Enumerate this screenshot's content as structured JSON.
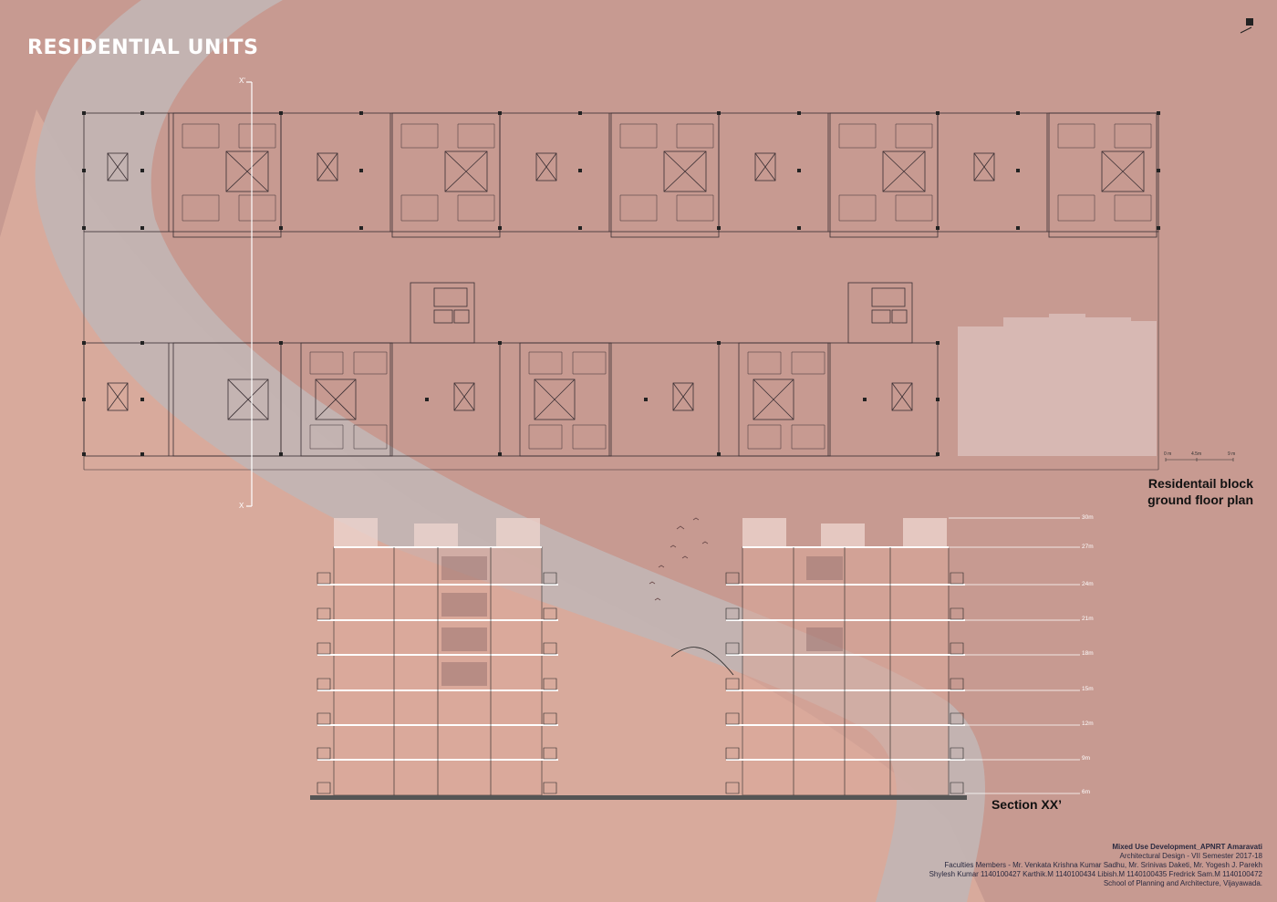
{
  "sheet": {
    "title": "RESIDENTIAL UNITS",
    "north_label": "N",
    "plan_caption": [
      "Residentail block",
      "ground floor plan"
    ],
    "section_caption": "Section XX’",
    "section_marks": [
      "X'",
      "X"
    ],
    "scale_labels": [
      "0 m",
      "4.5m",
      "9 m"
    ],
    "levels": [
      "30m",
      "27m",
      "24m",
      "21m",
      "18m",
      "15m",
      "12m",
      "9m",
      "6m"
    ],
    "footer": [
      "Mixed Use Development_APNRT Amaravati",
      "Architectural Design - VII Semester 2017-18",
      "Faculties Members - Mr. Venkata Krishna Kumar Sadhu, Mr. Srinivas Daketi, Mr. Yogesh J. Parekh",
      "Shylesh Kumar 1140100427  Karthik.M 1140100434  Libish.M 1140100435  Fredrick Sam.M 1140100472",
      "School of Planning and Architecture, Vijayawada."
    ],
    "colors": {
      "background": "#c79a91",
      "lower_ground": "#d8aa9c",
      "path": "#c2b5b4",
      "linework": "#3a2f33",
      "white": "#ffffff"
    }
  }
}
